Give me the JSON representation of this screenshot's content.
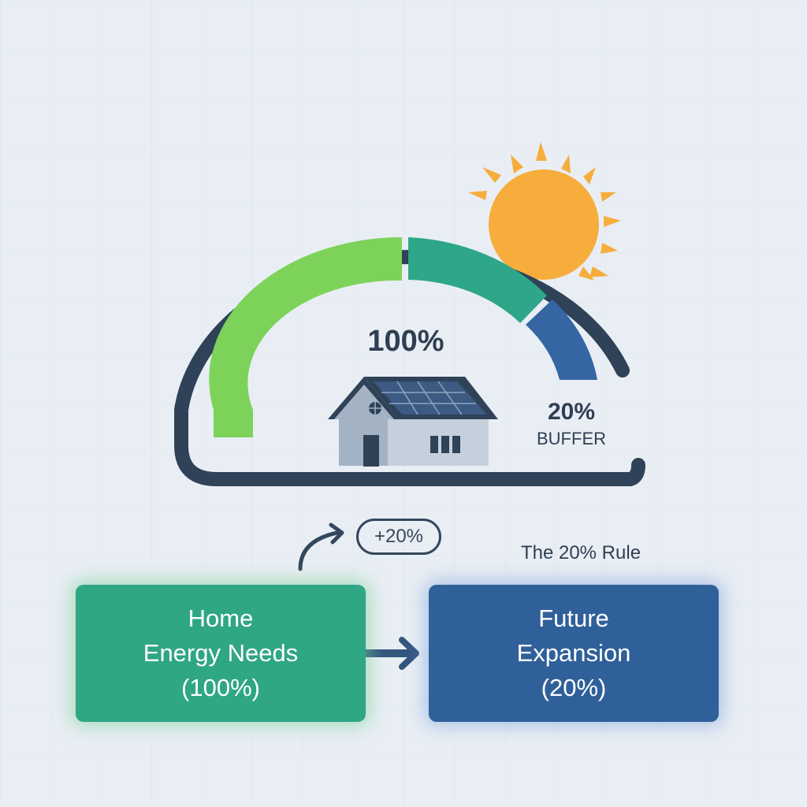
{
  "gauge": {
    "center_label": "100%",
    "buffer_value": "20%",
    "buffer_label": "BUFFER",
    "segments": [
      {
        "name": "base-load",
        "color": "#7dd35a"
      },
      {
        "name": "growth",
        "color": "#2ea689"
      },
      {
        "name": "buffer",
        "color": "#3566a3"
      }
    ],
    "frame_color": "#2f4257"
  },
  "sun": {
    "color": "#f6ad3c"
  },
  "increase_badge": {
    "label": "+20%"
  },
  "rule_caption": "The 20% Rule",
  "boxes": {
    "home": {
      "line1": "Home",
      "line2": "Energy Needs",
      "line3": "(100%)",
      "color": "#2fa684"
    },
    "future": {
      "line1": "Future",
      "line2": "Expansion",
      "line3": "(20%)",
      "color": "#30609a"
    }
  }
}
